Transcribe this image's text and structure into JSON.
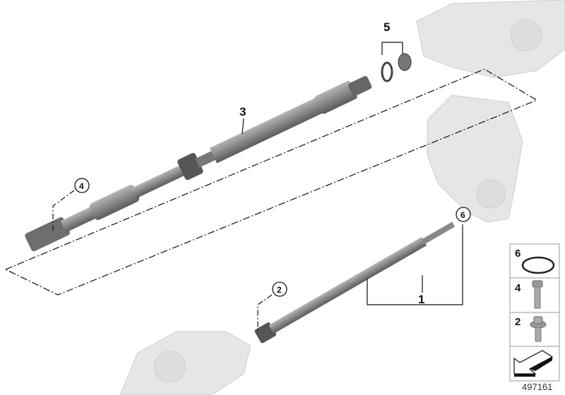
{
  "diagram": {
    "callouts": {
      "part1": "1",
      "part2": "2",
      "part3": "3",
      "part4": "4",
      "part5": "5",
      "part6": "6"
    },
    "legend": [
      {
        "number": "6",
        "icon": "o-ring-icon"
      },
      {
        "number": "4",
        "icon": "hex-bolt-icon"
      },
      {
        "number": "2",
        "icon": "flange-bolt-icon"
      },
      {
        "number": "",
        "icon": "direction-arrow-icon"
      }
    ],
    "reference_number": "497161",
    "colors": {
      "shaft": "#8a8a8a",
      "ghost": "#e4e4e4",
      "line": "#111111"
    }
  }
}
